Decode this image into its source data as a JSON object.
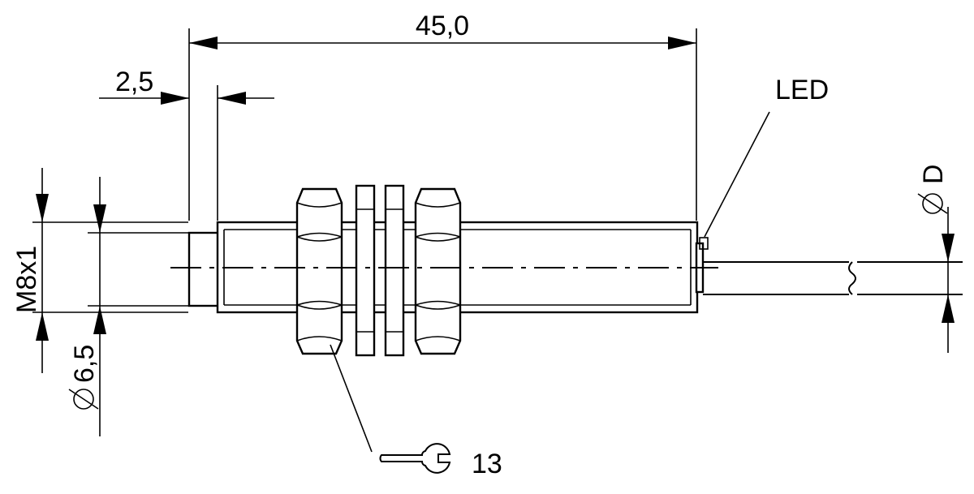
{
  "dimensions": {
    "overall_length": "45,0",
    "thread_offset": "2,5",
    "thread": "M8x1",
    "diameter_front": "6,5",
    "diameter_symbol": "⌀",
    "cable_diameter": "D"
  },
  "callouts": {
    "led": "LED",
    "wrench_size": "13"
  },
  "icons": {
    "wrench": "open-end-wrench-icon",
    "diameter": "diameter-symbol"
  }
}
